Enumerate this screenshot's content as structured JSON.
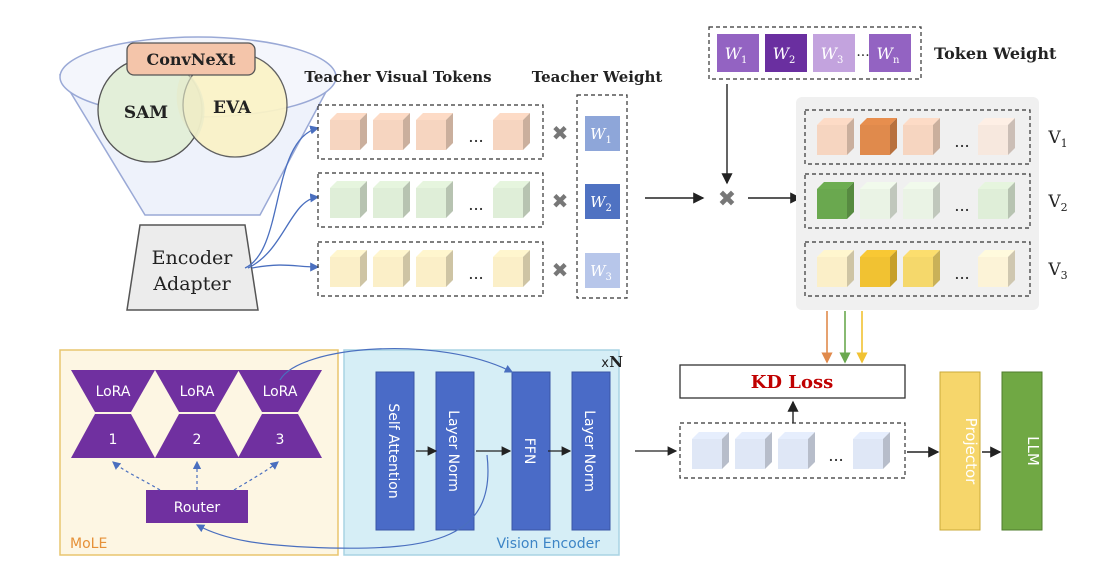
{
  "encoders": {
    "convnext": "ConvNeXt",
    "sam": "SAM",
    "eva": "EVA"
  },
  "encoder_adapter": {
    "line1": "Encoder",
    "line2": "Adapter"
  },
  "teacher_tokens_title": "Teacher Visual Tokens",
  "teacher_weight_title": "Teacher Weight",
  "teacher_weights": [
    {
      "base": "W",
      "sub": "1"
    },
    {
      "base": "W",
      "sub": "2"
    },
    {
      "base": "W",
      "sub": "3"
    }
  ],
  "token_weight": {
    "title": "Token Weight",
    "items": [
      {
        "base": "W",
        "sub": "1"
      },
      {
        "base": "W",
        "sub": "2"
      },
      {
        "base": "W",
        "sub": "3"
      },
      {
        "base": "W",
        "sub": "n"
      }
    ],
    "ellipsis": "···"
  },
  "v_labels": [
    {
      "base": "V",
      "sub": "1"
    },
    {
      "base": "V",
      "sub": "2"
    },
    {
      "base": "V",
      "sub": "3"
    }
  ],
  "ellipsis": "...",
  "kd_loss": "KD Loss",
  "mole": {
    "label": "MoLE",
    "lora_top": [
      "LoRA",
      "LoRA",
      "LoRA"
    ],
    "lora_num": [
      "1",
      "2",
      "3"
    ],
    "router": "Router"
  },
  "vision_encoder": {
    "label": "Vision Encoder",
    "repeat_x": "x",
    "repeat_n": "N",
    "blocks": [
      "Self Attention",
      "Layer Norm",
      "FFN",
      "Layer Norm"
    ]
  },
  "projector": "Projector",
  "llm": "LLM",
  "colors": {
    "peach": "#f6d5c0",
    "green_light": "#dfeed8",
    "yellow_light": "#fbefc8",
    "orange_dark": "#e08a4c",
    "green_dark": "#6aa84f",
    "yellow_dark": "#f1c232",
    "purple": "#7030a0",
    "blue_block": "#4a6bc7",
    "kd_red": "#c00000"
  }
}
